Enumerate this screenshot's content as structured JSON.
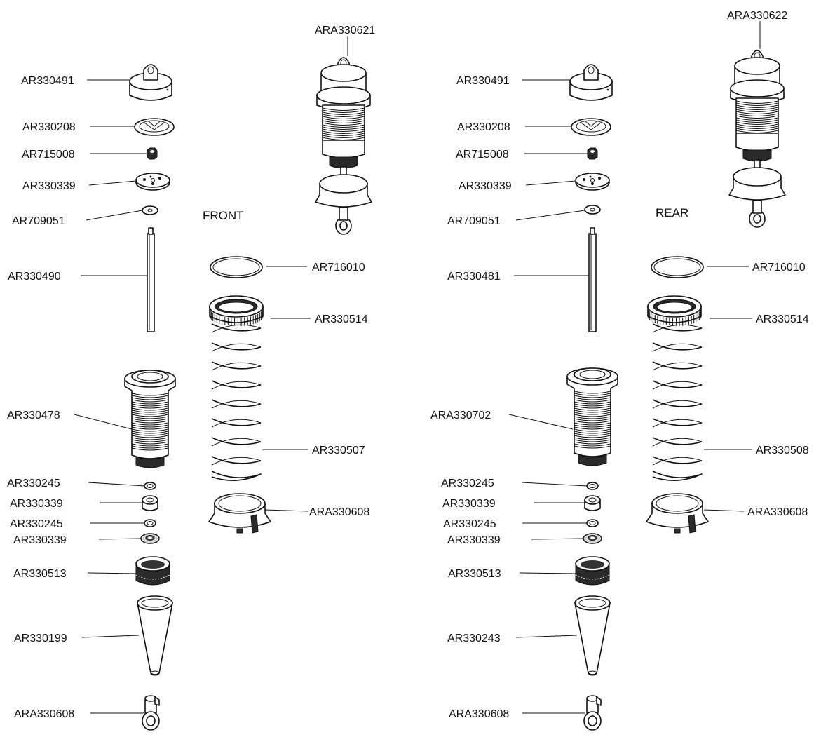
{
  "sections": {
    "front": "FRONT",
    "rear": "REAR"
  },
  "front": {
    "assembly": "ARA330621",
    "cap": "AR330491",
    "membrane": "AR330208",
    "nut": "AR715008",
    "piston": "AR330339",
    "washer": "AR709051",
    "shaft": "AR330490",
    "body": "AR330478",
    "oring1": "AR330245",
    "bushing": "AR330339",
    "oring2": "AR330245",
    "seal": "AR330339",
    "bottom_cap": "AR330513",
    "boot": "AR330199",
    "rod_end": "ARA330608",
    "spring_oring": "AR716010",
    "collar": "AR330514",
    "spring": "AR330507",
    "spring_cup": "ARA330608"
  },
  "rear": {
    "assembly": "ARA330622",
    "cap": "AR330491",
    "membrane": "AR330208",
    "nut": "AR715008",
    "piston": "AR330339",
    "washer": "AR709051",
    "shaft": "AR330481",
    "body": "ARA330702",
    "oring1": "AR330245",
    "bushing": "AR330339",
    "oring2": "AR330245",
    "seal": "AR330339",
    "bottom_cap": "AR330513",
    "boot": "AR330243",
    "rod_end": "ARA330608",
    "spring_oring": "AR716010",
    "collar": "AR330514",
    "spring": "AR330508",
    "spring_cup": "ARA330608"
  }
}
